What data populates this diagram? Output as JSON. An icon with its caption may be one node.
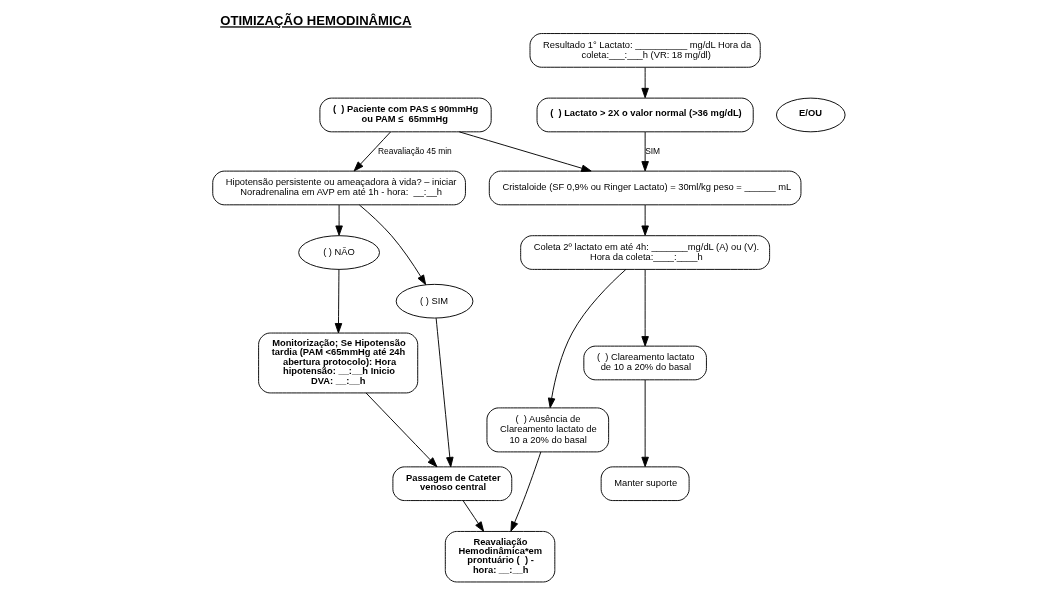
{
  "diagram": {
    "title": "OTIMIZAÇÃO HEMODINÂMICA",
    "nodes": [
      {
        "text": [
          "(  ) Paciente com PAS ≤ 90mmHg ou PAM ≤  65mmHg"
        ]
      },
      {
        "text": [
          "E/OU"
        ]
      },
      {
        "text": [
          "Resultado 1° Lactato: __________ mg/dL Hora da coleta:___:___h (VR: 18 mg/dl)"
        ]
      },
      {
        "text": [
          "(  ) Lactato > 2X o valor normal (>36 mg/dL)"
        ]
      },
      {
        "text": [
          "Hipotensão persistente ou ameaçadora à vida? – iniciar Noradrenalina em AVP em até 1h - hora:  __:__h"
        ]
      },
      {
        "text": [
          "Cristaloide (SF 0,9% ou Ringer Lactato) = 30ml/kg peso = ______ mL"
        ]
      },
      {
        "text": [
          "( ) NÃO"
        ]
      },
      {
        "text": [
          "( ) SIM"
        ]
      },
      {
        "text": [
          "Coleta 2º lactato em até 4h: _______mg/dL (A) ou (V).",
          "Hora da coleta:____:____h"
        ]
      },
      {
        "text": [
          "Monitorização; Se Hipotensão tardia (PAM <65mmHg até 24h abertura protocolo): Hora hipotensão: __:__h Inicio DVA: __:__h"
        ]
      },
      {
        "text": [
          "Passagem de Cateter venoso central"
        ]
      },
      {
        "text": [
          "(  ) Ausência de Clareamento lactato de 10 a 20% do basal"
        ]
      },
      {
        "text": [
          "(  ) Clareamento lactato de 10 a 20% do basal"
        ]
      },
      {
        "text": [
          "Reavaliação Hemodinâmica*em prontuário (  ) - hora: __:__h"
        ]
      },
      {
        "text": [
          "Manter suporte"
        ]
      }
    ],
    "edges": [
      {
        "from": 0,
        "to": 4,
        "arrow": "to",
        "label": "Reavaliação 45 min"
      },
      {
        "from": 0,
        "to": 5,
        "arrow": "to"
      },
      {
        "from": 2,
        "to": 3,
        "arrow": "to"
      },
      {
        "from": 3,
        "to": 5,
        "arrow": "to",
        "label": "SIM"
      },
      {
        "from": 4,
        "to": 6,
        "arrow": "to"
      },
      {
        "from": 4,
        "to": 7,
        "arrow": "to"
      },
      {
        "from": 5,
        "to": 8,
        "arrow": "to"
      },
      {
        "from": 6,
        "to": 9,
        "arrow": "to"
      },
      {
        "from": 7,
        "to": 10,
        "arrow": "to"
      },
      {
        "from": 9,
        "to": 10,
        "arrow": "to"
      },
      {
        "from": 10,
        "to": 13,
        "arrow": "to"
      },
      {
        "from": 8,
        "to": 11,
        "arrow": "to"
      },
      {
        "from": 8,
        "to": 12,
        "arrow": "to"
      },
      {
        "from": 11,
        "to": 13,
        "arrow": "to"
      },
      {
        "from": 12,
        "to": 14,
        "arrow": "to"
      }
    ]
  }
}
